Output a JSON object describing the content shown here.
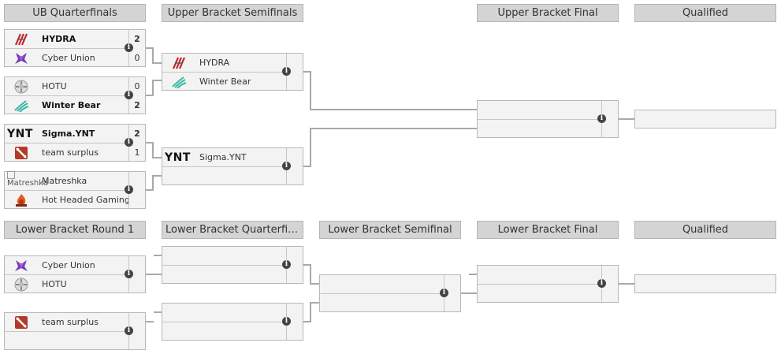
{
  "headers": {
    "ub_qf": "UB Quarterfinals",
    "ub_sf": "Upper Bracket Semifinals",
    "ub_final": "Upper Bracket Final",
    "qualified_upper": "Qualified",
    "lb_r1": "Lower Bracket Round 1",
    "lb_qf": "Lower Bracket Quarterfin...",
    "lb_sf": "Lower Bracket Semifinal",
    "lb_final": "Lower Bracket Final",
    "qualified_lower": "Qualified"
  },
  "ub_qf": {
    "m1": {
      "t1": "HYDRA",
      "s1": "2",
      "t2": "Cyber Union",
      "s2": "0"
    },
    "m2": {
      "t1": "HOTU",
      "s1": "0",
      "t2": "Winter Bear",
      "s2": "2"
    },
    "m3": {
      "t1": "Sigma.YNT",
      "s1": "2",
      "t2": "team surplus",
      "s2": "1"
    },
    "m4": {
      "t1": "Matreshka",
      "t1_logo_alt": "Matreshka",
      "t2": "Hot Headed Gaming"
    }
  },
  "ub_sf": {
    "m1": {
      "t1": "HYDRA",
      "t2": "Winter Bear"
    },
    "m2": {
      "t1": "Sigma.YNT",
      "t1_logo_text": "YNT"
    }
  },
  "ub_qf_m3_logo_text": "YNT",
  "lb_r1": {
    "m1": {
      "t1": "Cyber Union",
      "t2": "HOTU"
    },
    "m2": {
      "t1": "team surplus"
    }
  },
  "info_glyph": "i",
  "icons": [
    "hydra-logo-icon",
    "cyber-union-logo-icon",
    "hotu-logo-icon",
    "winter-bear-logo-icon",
    "sigma-ynt-logo-icon",
    "team-surplus-logo-icon",
    "matreshka-logo-icon",
    "hot-headed-gaming-logo-icon",
    "info-icon"
  ],
  "colors": {
    "header_bg": "#d4d4d4",
    "match_bg": "#f3f3f3",
    "line": "#a9a9a9",
    "info": "#444444"
  }
}
